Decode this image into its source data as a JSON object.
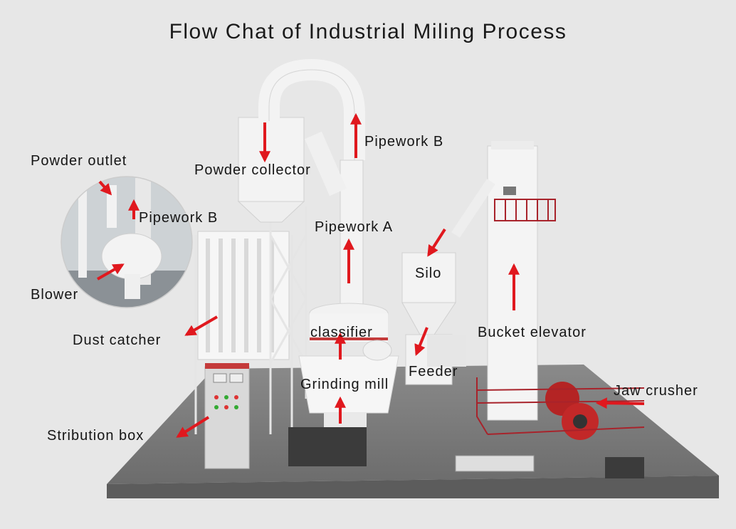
{
  "title": "Flow Chat of Industrial Miling Process",
  "colors": {
    "arrow": "#e0181e",
    "base": "#7b7b7b",
    "equipment": "#f4f4f4",
    "rail": "#a8232b",
    "background": "#e7e7e7"
  },
  "labels": {
    "powder_outlet": "Powder outlet",
    "pipework_b_inset": "Pipework B",
    "blower": "Blower",
    "powder_collector": "Powder collector",
    "pipework_b": "Pipework B",
    "pipework_a": "Pipework A",
    "silo": "Silo",
    "dust_catcher": "Dust catcher",
    "classifier": "classifier",
    "bucket_elevator": "Bucket elevator",
    "feeder": "Feeder",
    "grinding_mill": "Grinding mill",
    "jaw_crusher": "Jaw crusher",
    "distribution_box": "Stribution box"
  }
}
